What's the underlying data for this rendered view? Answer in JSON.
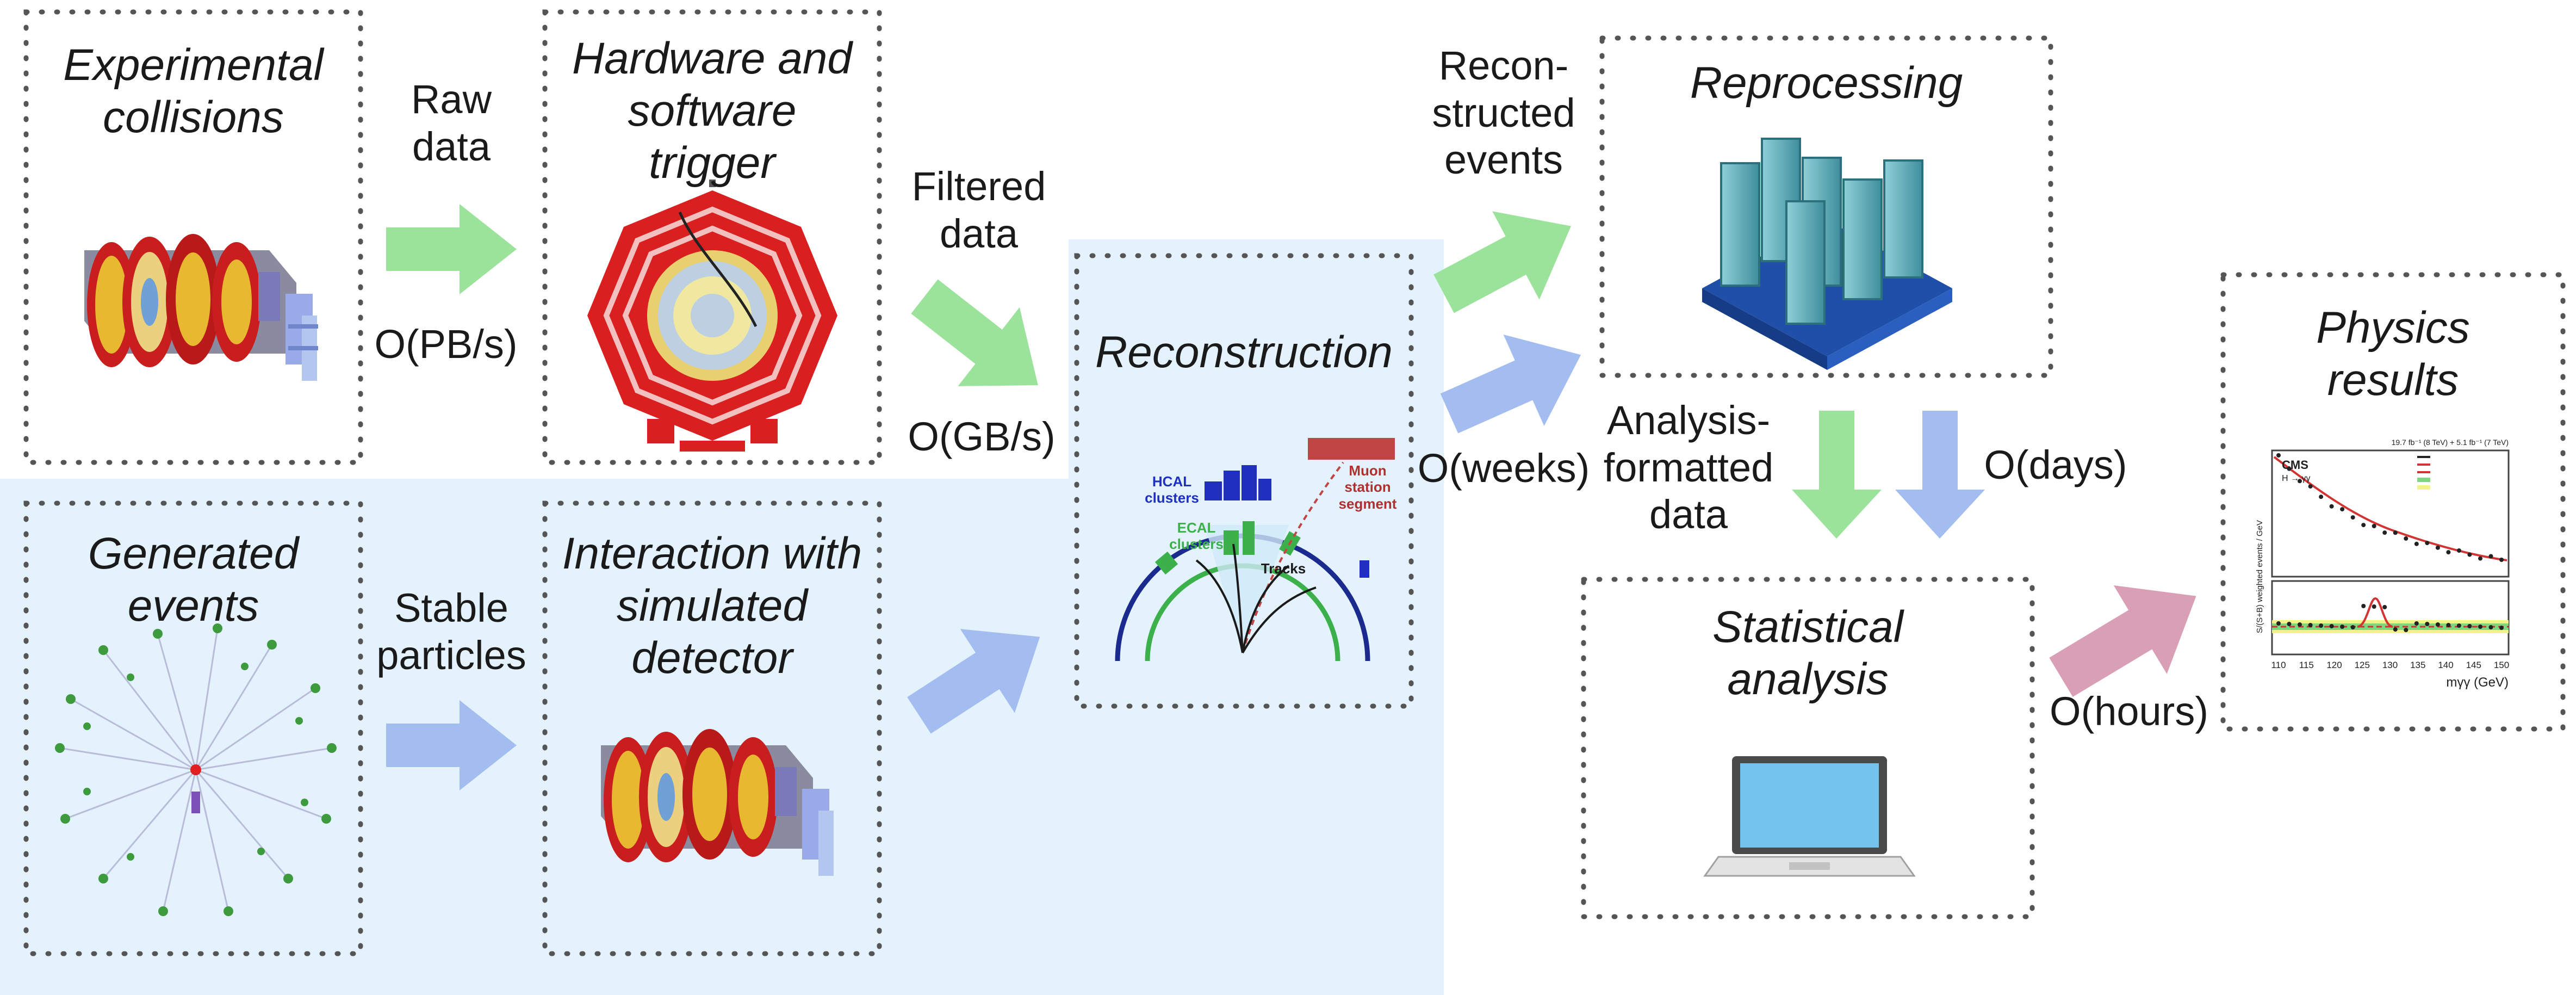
{
  "boxes": {
    "experimental": {
      "title": "Experimental\ncollisions"
    },
    "trigger": {
      "title": "Hardware and\nsoftware\ntrigger"
    },
    "generated": {
      "title": "Generated\nevents"
    },
    "interaction": {
      "title": "Interaction with\nsimulated\ndetector"
    },
    "reconstruction": {
      "title": "Reconstruction",
      "labels": {
        "hcal": "HCAL\nclusters",
        "ecal": "ECAL\nclusters",
        "muon": "Muon\nstation\nsegment",
        "tracks": "Tracks"
      }
    },
    "reprocessing": {
      "title": "Reprocessing"
    },
    "statistical": {
      "title": "Statistical\nanalysis"
    },
    "physics": {
      "title": "Physics\nresults",
      "plot": {
        "experiment": "CMS",
        "lumi": "19.7 fb⁻¹ (8 TeV) + 5.1 fb⁻¹ (7 TeV)",
        "channel": "H → γγ",
        "ylabel": "S/(S+B) weighted events / GeV",
        "xlabel": "mγγ (GeV)",
        "x_ticks": [
          "110",
          "115",
          "120",
          "125",
          "130",
          "135",
          "140",
          "145",
          "150"
        ]
      }
    }
  },
  "flows": {
    "raw_data": {
      "label": "Raw\ndata",
      "rate": "O(PB/s)"
    },
    "filtered_data": {
      "label": "Filtered\ndata",
      "rate": "O(GB/s)"
    },
    "stable_particles": {
      "label": "Stable\nparticles"
    },
    "reconstructed_events": {
      "label": "Recon-\nstructed\nevents",
      "rate": "O(weeks)"
    },
    "analysis_formatted": {
      "label": "Analysis-\nformatted\ndata",
      "rate": "O(days)"
    },
    "results": {
      "rate": "O(hours)"
    }
  },
  "colors": {
    "green_arrow": "#9be39b",
    "blue_arrow": "#a3bdf0",
    "pink_arrow": "#d99fb4",
    "sim_region": "#e3f2fc",
    "border": "#555555"
  }
}
